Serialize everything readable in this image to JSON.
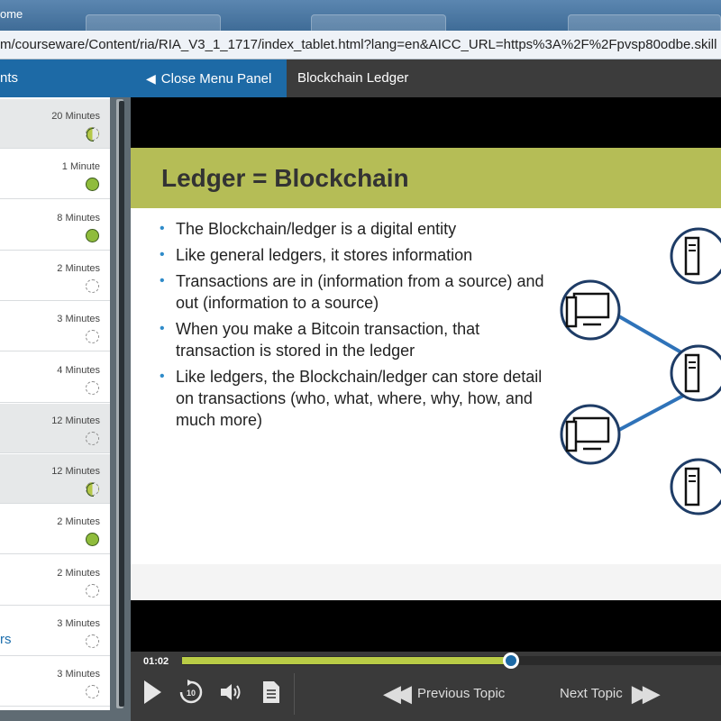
{
  "browser": {
    "window_title": "ome",
    "url": "m/courseware/Content/ria/RIA_V3_1_1717/index_tablet.html?lang=en&AICC_URL=https%3A%2F%2Fpvsp80odbe.skill"
  },
  "header": {
    "menu_title_fragment": "nts",
    "close_menu_label": "Close Menu Panel",
    "topic_title": "Blockchain Ledger"
  },
  "sidebar": {
    "items": [
      {
        "duration": "20 Minutes",
        "status": "in-progress",
        "active": true,
        "label": ""
      },
      {
        "duration": "1 Minute",
        "status": "complete",
        "active": false,
        "label": ""
      },
      {
        "duration": "8 Minutes",
        "status": "complete",
        "active": false,
        "label": ""
      },
      {
        "duration": "2 Minutes",
        "status": "not-started",
        "active": false,
        "label": ""
      },
      {
        "duration": "3 Minutes",
        "status": "not-started",
        "active": false,
        "label": ""
      },
      {
        "duration": "4 Minutes",
        "status": "not-started",
        "active": false,
        "label": ""
      },
      {
        "duration": "12 Minutes",
        "status": "not-started",
        "active": true,
        "label": ""
      },
      {
        "duration": "12 Minutes",
        "status": "in-progress",
        "active": true,
        "label": ""
      },
      {
        "duration": "2 Minutes",
        "status": "complete",
        "active": false,
        "label": ""
      },
      {
        "duration": "2 Minutes",
        "status": "not-started",
        "active": false,
        "label": ""
      },
      {
        "duration": "3 Minutes",
        "status": "not-started",
        "active": false,
        "label": "rs"
      },
      {
        "duration": "3 Minutes",
        "status": "not-started",
        "active": false,
        "label": ""
      }
    ]
  },
  "slide": {
    "title": "Ledger = Blockchain",
    "bullets": [
      "The Blockchain/ledger is a digital entity",
      "Like general ledgers, it stores information",
      "Transactions are in (information from a source) and out (information to a source)",
      "When you make a Bitcoin transaction, that transaction is stored in the ledger",
      "Like ledgers, the Blockchain/ledger can store detail on transactions (who, what, where, why, how, and much more)"
    ]
  },
  "player": {
    "elapsed": "01:02",
    "progress_fraction": 0.61,
    "replay_seconds": "10",
    "prev_label": "Previous Topic",
    "next_label": "Next Topic"
  },
  "icons": {
    "play": "play-icon",
    "replay": "replay-10-icon",
    "audio": "speaker-icon",
    "transcript": "document-icon",
    "prev": "double-chevron-left-icon",
    "next": "double-chevron-right-icon"
  },
  "colors": {
    "brand_blue": "#1d6aa6",
    "slide_title_bar": "#b5bd56",
    "progress_fill": "#b9cc46",
    "status_complete": "#8fbc3c",
    "bullet": "#2f8bc9"
  }
}
